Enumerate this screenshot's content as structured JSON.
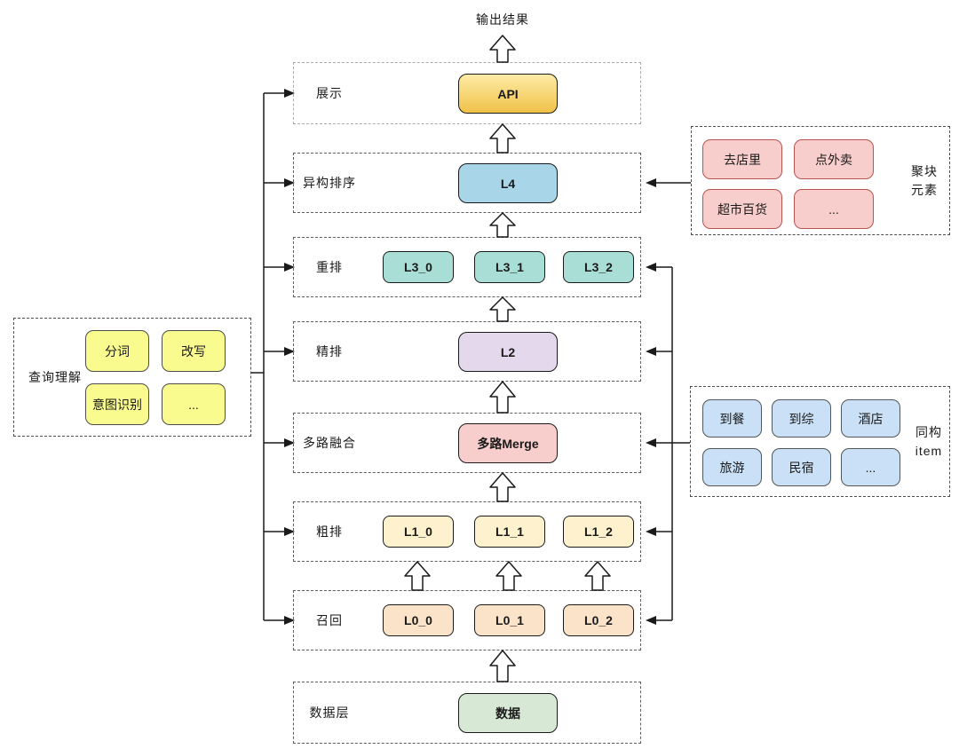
{
  "output_label": "输出结果",
  "layers": [
    {
      "label": "展示",
      "boxes": [
        "API"
      ]
    },
    {
      "label": "异构排序",
      "boxes": [
        "L4"
      ]
    },
    {
      "label": "重排",
      "boxes": [
        "L3_0",
        "L3_1",
        "L3_2"
      ]
    },
    {
      "label": "精排",
      "boxes": [
        "L2"
      ]
    },
    {
      "label": "多路融合",
      "boxes": [
        "多路Merge"
      ]
    },
    {
      "label": "粗排",
      "boxes": [
        "L1_0",
        "L1_1",
        "L1_2"
      ]
    },
    {
      "label": "召回",
      "boxes": [
        "L0_0",
        "L0_1",
        "L0_2"
      ]
    },
    {
      "label": "数据层",
      "boxes": [
        "数据"
      ]
    }
  ],
  "panels": {
    "query": {
      "label": "查询理解",
      "items": [
        "分词",
        "改写",
        "意图识别",
        "..."
      ]
    },
    "cluster": {
      "label_line1": "聚块",
      "label_line2": "元素",
      "items": [
        "去店里",
        "点外卖",
        "超市百货",
        "..."
      ]
    },
    "homo": {
      "label_line1": "同构",
      "label_line2": "item",
      "items": [
        "到餐",
        "到综",
        "酒店",
        "旅游",
        "民宿",
        "..."
      ]
    }
  },
  "colors": {
    "api_gradient_top": "#FDEBA5",
    "api_gradient_bottom": "#F0C249",
    "api_border": "#D1A942",
    "l4_fill": "#A8D5E8",
    "l4_border": "#3D8AB0",
    "l3_fill": "#A8DED6",
    "l3_border": "#15A394",
    "l2_fill": "#E4D8EC",
    "l2_border": "#9673A6",
    "merge_fill": "#F8CECC",
    "merge_border": "#B85450",
    "l1_fill": "#FDF2CD",
    "l1_border": "#D6B656",
    "l0_fill": "#FBE3C9",
    "l0_border": "#D79B00",
    "data_fill": "#D7E9D4",
    "data_border": "#82B366",
    "query_item_fill": "#FAFB8E",
    "query_item_border": "#4D4D4D",
    "cluster_item_fill": "#F8CECC",
    "cluster_item_border": "#B85450",
    "homo_item_fill": "#C9E0F7",
    "homo_item_border": "#555555",
    "line": "#1A1A1A"
  }
}
